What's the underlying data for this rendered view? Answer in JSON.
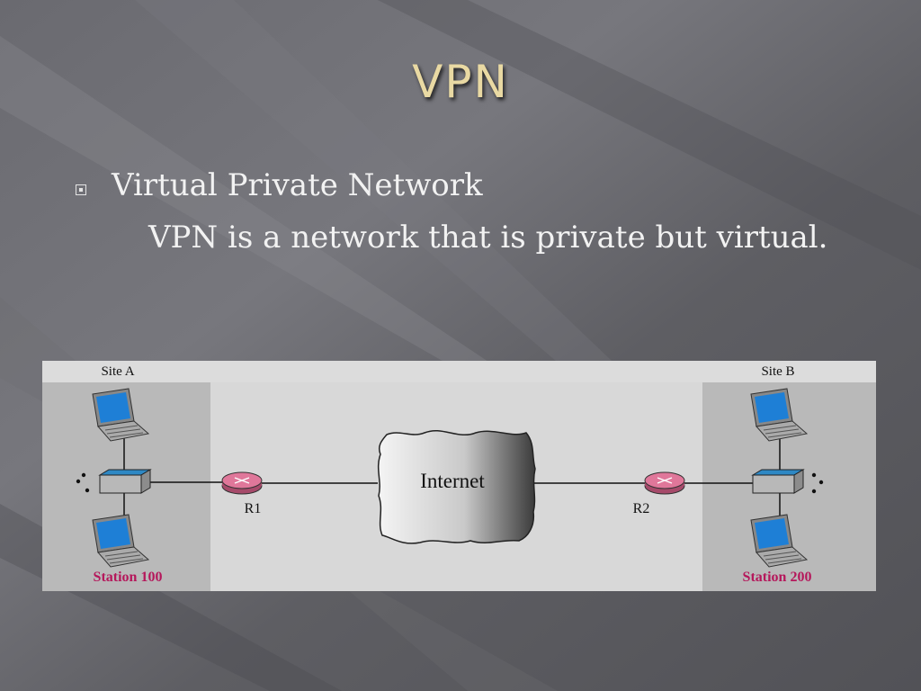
{
  "slide": {
    "title": "VPN",
    "bullet": "Virtual Private Network",
    "sub_text": "VPN is a network that is private but virtual."
  },
  "diagram": {
    "site_a_label": "Site A",
    "site_b_label": "Site B",
    "internet_label": "Internet",
    "router_1_label": "R1",
    "router_2_label": "R2",
    "station_a_label": "Station 100",
    "station_b_label": "Station 200"
  },
  "colors": {
    "title": "#e9d9a3",
    "station_label": "#b5175b",
    "router": "#e0779a",
    "switch_top": "#2e88c4",
    "laptop_screen": "#1e7fd6"
  }
}
